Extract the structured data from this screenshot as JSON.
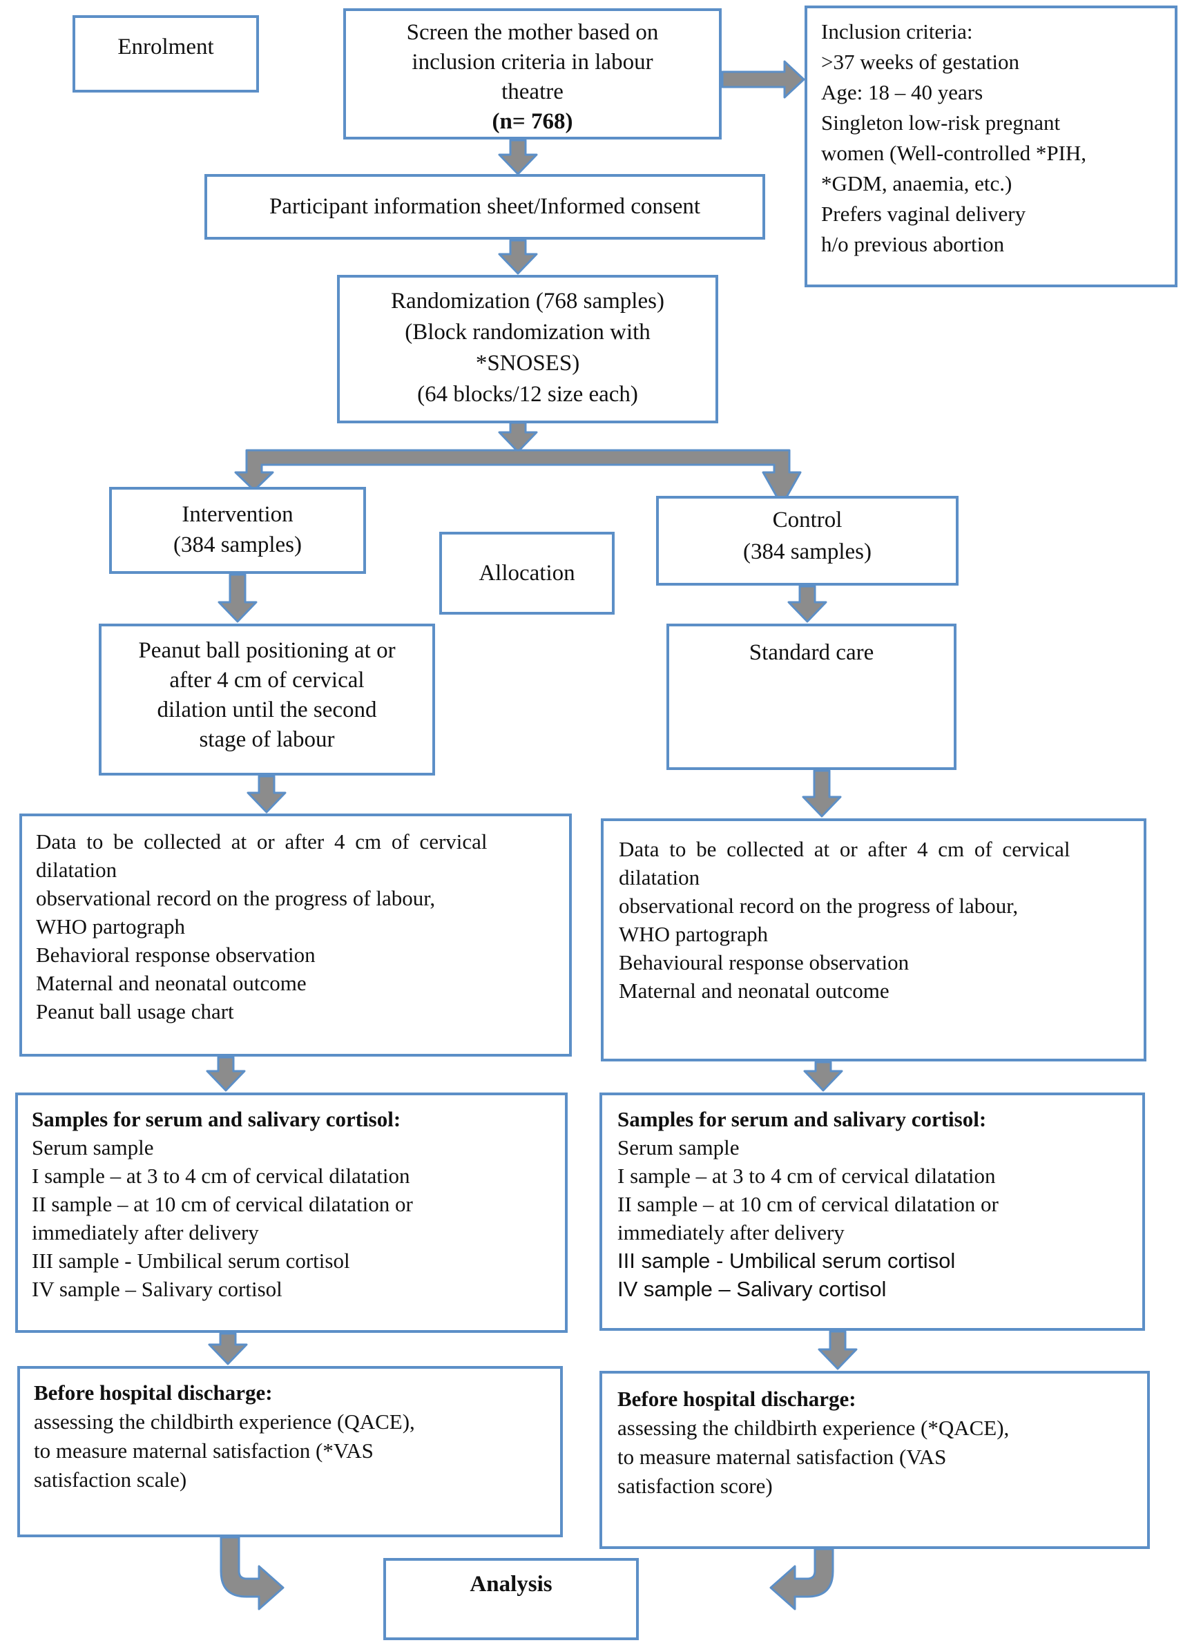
{
  "figure": {
    "type": "study-flow-diagram",
    "accent_border_color": "#5c8fc7",
    "arrow_fill_color": "#8c8c8c",
    "boxes": {
      "enrolment": {
        "lines": [
          "Enrolment"
        ]
      },
      "screen": {
        "lines": [
          "Screen the mother based on",
          "inclusion criteria in labour",
          "theatre",
          "(n= 768)"
        ],
        "bold": [
          3
        ]
      },
      "inclusion": {
        "lines": [
          "Inclusion criteria:",
          ">37 weeks of gestation",
          "Age: 18 – 40 years",
          "Singleton low-risk pregnant",
          "women (Well-controlled *PIH,",
          "*GDM, anaemia, etc.)",
          "Prefers vaginal delivery",
          "h/o previous abortion"
        ]
      },
      "participant": {
        "lines": [
          "Participant information sheet/Informed consent"
        ]
      },
      "randomization": {
        "lines": [
          "Randomization (768 samples)",
          "(Block randomization with",
          "*SNOSES)",
          "(64 blocks/12 size each)"
        ]
      },
      "intervention": {
        "lines": [
          "Intervention",
          "(384 samples)"
        ]
      },
      "allocation": {
        "lines": [
          "Allocation"
        ]
      },
      "control": {
        "lines": [
          "Control",
          "(384 samples)"
        ]
      },
      "peanut": {
        "lines": [
          "Peanut ball positioning at or",
          "after 4 cm of cervical",
          "dilation until the second",
          "stage of labour"
        ]
      },
      "standard_care": {
        "lines": [
          "Standard care"
        ]
      },
      "data_left": {
        "lines": [
          "Data to be collected at or after 4 cm of cervical",
          "dilatation",
          "observational record on the progress of labour,",
          "WHO partograph",
          "Behavioral response observation",
          "Maternal and neonatal outcome",
          "Peanut ball usage chart"
        ]
      },
      "data_right": {
        "lines": [
          "Data to be collected at or after 4 cm of cervical",
          "dilatation",
          "observational record on the progress of labour,",
          "WHO partograph",
          "Behavioural response observation",
          "Maternal and neonatal outcome"
        ]
      },
      "samples_left": {
        "lines": [
          "Samples for serum and salivary cortisol:",
          "Serum sample",
          "I sample – at 3 to 4 cm of cervical dilatation",
          "II sample – at 10 cm of cervical dilatation or",
          "immediately after delivery",
          "III sample - Umbilical serum cortisol",
          "IV sample – Salivary cortisol"
        ],
        "bold": [
          0
        ]
      },
      "samples_right": {
        "lines": [
          "Samples for serum and salivary cortisol:",
          "Serum sample",
          "I sample – at 3 to 4 cm of cervical dilatation",
          "II sample – at 10 cm of cervical dilatation or",
          "immediately after delivery",
          "III sample - Umbilical serum cortisol",
          "IV sample – Salivary cortisol"
        ],
        "bold": [
          0
        ],
        "sans": [
          5,
          6
        ]
      },
      "discharge_left": {
        "lines": [
          "Before hospital discharge:",
          "assessing the childbirth experience (QACE),",
          "to measure maternal satisfaction (*VAS",
          "satisfaction scale)"
        ],
        "bold": [
          0
        ]
      },
      "discharge_right": {
        "lines": [
          "Before hospital discharge:",
          "assessing the childbirth experience (*QACE),",
          "to measure maternal satisfaction (VAS",
          "satisfaction score)"
        ],
        "bold": [
          0
        ]
      },
      "analysis": {
        "lines": [
          "Analysis"
        ],
        "bold": [
          0
        ]
      }
    }
  }
}
